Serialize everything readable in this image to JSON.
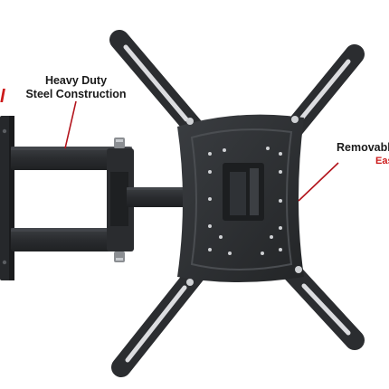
{
  "callouts": {
    "heavy_duty_line1": "Heavy Duty",
    "heavy_duty_line2": "Steel Construction",
    "removable_line1": "Removabl",
    "removable_line2": "Eas",
    "edge_fragment": "l"
  },
  "colors": {
    "steel": "#2b2d30",
    "steel_dark": "#1e2022",
    "steel_highlight": "#4a4d51",
    "leader_line": "#b3141c",
    "accent_text": "#cc1a1a",
    "label_text": "#1a1a1a",
    "background": "#ffffff"
  }
}
